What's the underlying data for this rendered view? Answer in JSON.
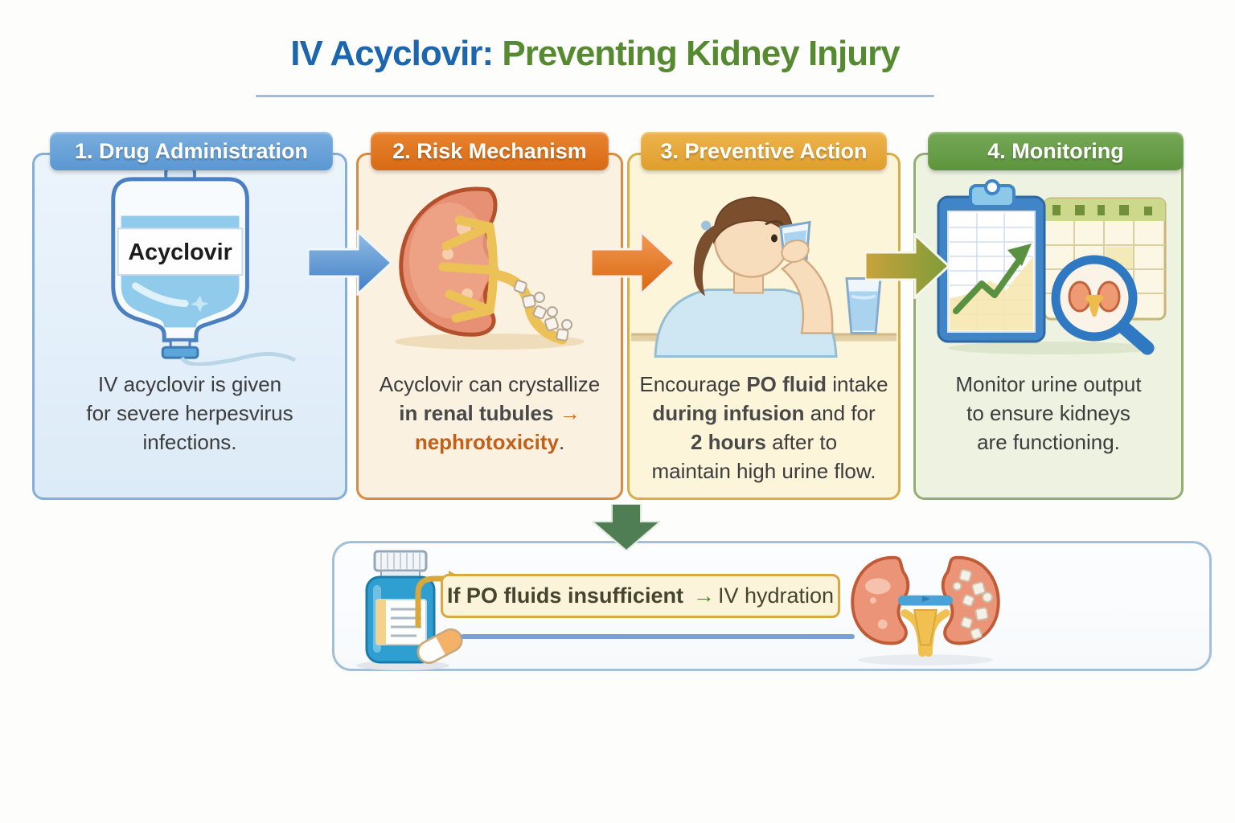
{
  "title": {
    "part1": "IV Acyclovir:",
    "part2": " Preventing Kidney Injury"
  },
  "panels": [
    {
      "header": "1. Drug Administration",
      "icon": "iv-bag-icon",
      "iv_bag_label": "Acyclovir",
      "body_line1": "IV acyclovir is given",
      "body_line2": "for severe herpesvirus infections."
    },
    {
      "header": "2. Risk Mechanism",
      "icon": "kidney-crystals-icon",
      "seg_normal1": "Acyclovir can crystallize",
      "seg_bold": "in renal tubules",
      "seg_arrow": "→",
      "seg_orange": "nephrotoxicity",
      "seg_period": "."
    },
    {
      "header": "3. Preventive Action",
      "icon": "person-drinking-water-icon",
      "seg1": "Encourage ",
      "seg2": "PO fluid",
      "seg3": " intake",
      "seg4": "during infusion",
      "seg5": " and for",
      "seg6": "2 hours",
      "seg7": " after to",
      "seg8": "maintain high urine flow."
    },
    {
      "header": "4. Monitoring",
      "icon": "clipboard-chart-magnifier-icon",
      "body_line1": "Monitor urine output",
      "body_line2": "to ensure kidneys",
      "body_line3": "are functioning."
    }
  ],
  "footer": {
    "icon_left": "pill-bottle-capsule-icon",
    "icon_right": "kidneys-crystals-icon",
    "callout_bold": "If PO fluids insufficient",
    "callout_arrow": "→",
    "callout_rest": "IV hydration"
  },
  "colors": {
    "title_blue": "#1b66ae",
    "title_green": "#568a30",
    "step1_blue": "#5b97d2",
    "step2_orange": "#d96a14",
    "step3_amber": "#df9f2d",
    "step4_green": "#5f943f",
    "nephrotoxicity_orange": "#c35f17",
    "callout_gold_border": "#d7a93f",
    "down_arrow_green": "#4f7e55",
    "footer_border_blue": "#a2bfdc"
  }
}
